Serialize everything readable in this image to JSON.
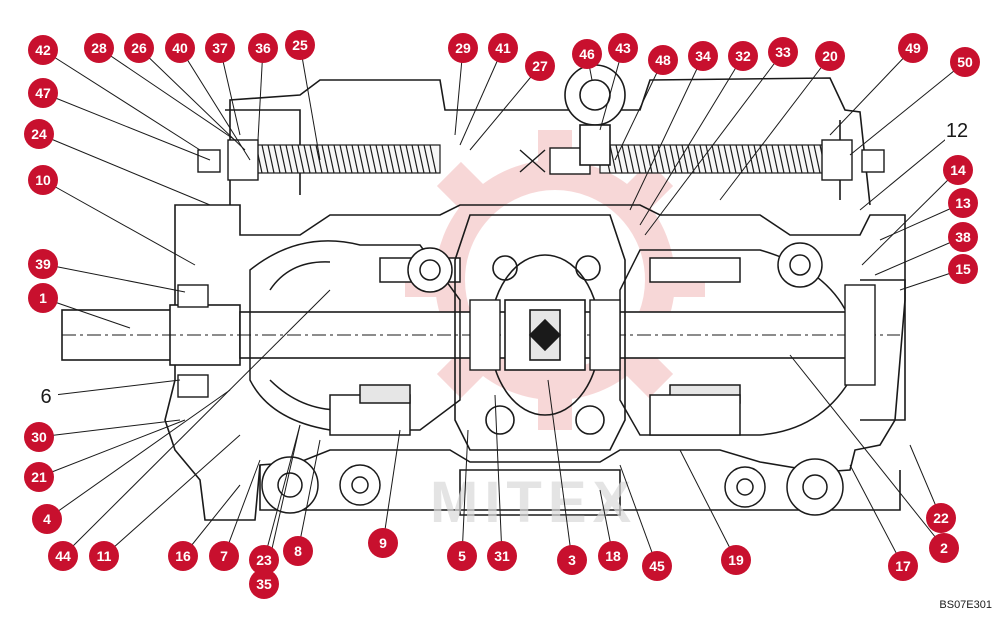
{
  "drawing_code": "BS07E301",
  "watermark_text": "MITEX",
  "colors": {
    "callout_fill": "#c8102e",
    "callout_text": "#ffffff",
    "line": "#1a1a1a",
    "watermark": "#f2b8b8",
    "watermark_text": "#d9d9d9"
  },
  "callouts": [
    {
      "label": "42",
      "style": "circle"
    },
    {
      "label": "28",
      "style": "circle"
    },
    {
      "label": "26",
      "style": "circle"
    },
    {
      "label": "40",
      "style": "circle"
    },
    {
      "label": "37",
      "style": "circle"
    },
    {
      "label": "36",
      "style": "circle"
    },
    {
      "label": "25",
      "style": "circle"
    },
    {
      "label": "29",
      "style": "circle"
    },
    {
      "label": "41",
      "style": "circle"
    },
    {
      "label": "27",
      "style": "circle"
    },
    {
      "label": "46",
      "style": "circle"
    },
    {
      "label": "43",
      "style": "circle"
    },
    {
      "label": "48",
      "style": "circle"
    },
    {
      "label": "34",
      "style": "circle"
    },
    {
      "label": "32",
      "style": "circle"
    },
    {
      "label": "33",
      "style": "circle"
    },
    {
      "label": "20",
      "style": "circle"
    },
    {
      "label": "49",
      "style": "circle"
    },
    {
      "label": "50",
      "style": "circle"
    },
    {
      "label": "47",
      "style": "circle"
    },
    {
      "label": "24",
      "style": "circle"
    },
    {
      "label": "10",
      "style": "circle"
    },
    {
      "label": "12",
      "style": "plain"
    },
    {
      "label": "14",
      "style": "circle"
    },
    {
      "label": "13",
      "style": "circle"
    },
    {
      "label": "38",
      "style": "circle"
    },
    {
      "label": "15",
      "style": "circle"
    },
    {
      "label": "39",
      "style": "circle"
    },
    {
      "label": "1",
      "style": "circle"
    },
    {
      "label": "6",
      "style": "plain"
    },
    {
      "label": "30",
      "style": "circle"
    },
    {
      "label": "21",
      "style": "circle"
    },
    {
      "label": "4",
      "style": "circle"
    },
    {
      "label": "44",
      "style": "circle"
    },
    {
      "label": "11",
      "style": "circle"
    },
    {
      "label": "16",
      "style": "circle"
    },
    {
      "label": "7",
      "style": "circle"
    },
    {
      "label": "23",
      "style": "circle"
    },
    {
      "label": "35",
      "style": "circle"
    },
    {
      "label": "8",
      "style": "circle"
    },
    {
      "label": "9",
      "style": "circle"
    },
    {
      "label": "5",
      "style": "circle"
    },
    {
      "label": "31",
      "style": "circle"
    },
    {
      "label": "3",
      "style": "circle"
    },
    {
      "label": "18",
      "style": "circle"
    },
    {
      "label": "45",
      "style": "circle"
    },
    {
      "label": "19",
      "style": "circle"
    },
    {
      "label": "17",
      "style": "circle"
    },
    {
      "label": "2",
      "style": "circle"
    },
    {
      "label": "22",
      "style": "circle"
    }
  ]
}
